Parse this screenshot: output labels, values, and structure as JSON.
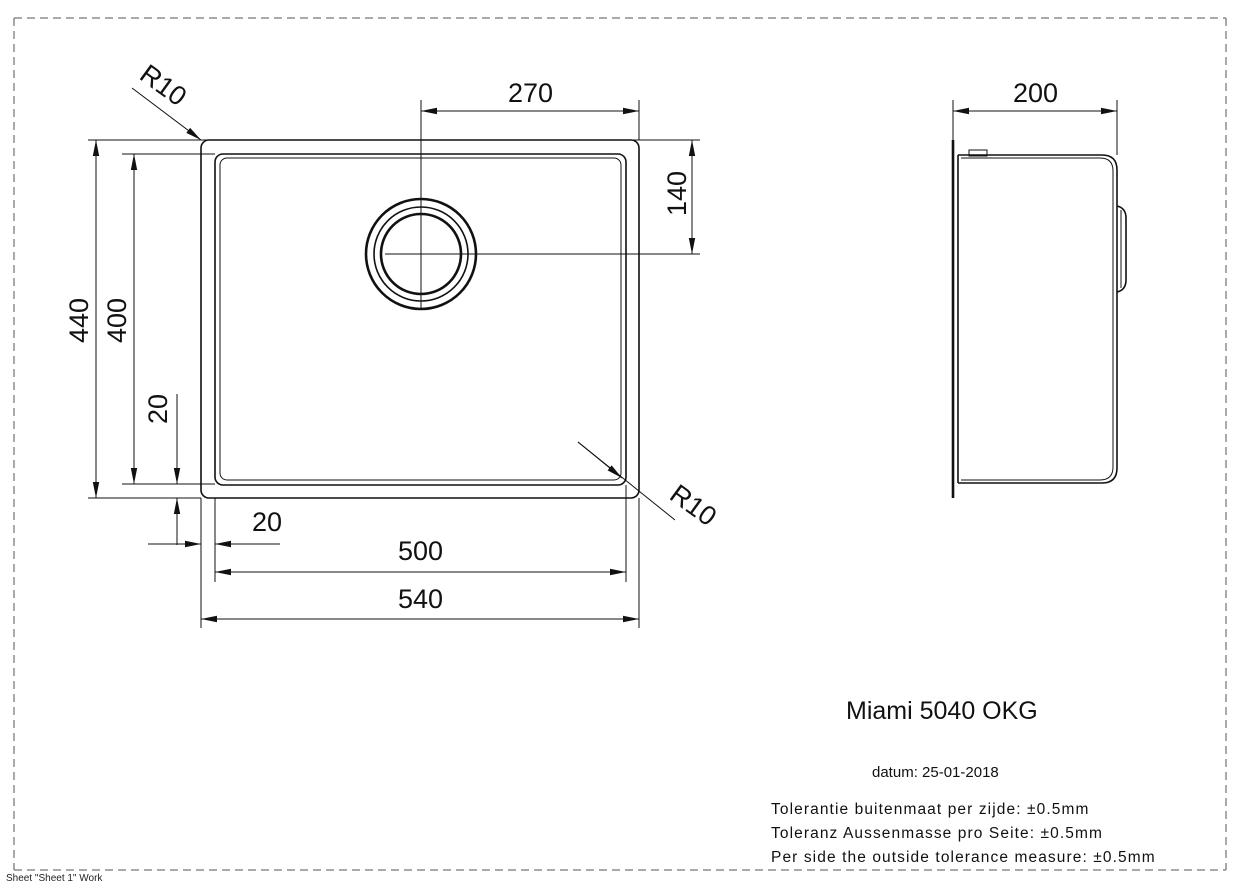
{
  "drawing": {
    "dimensions": {
      "corner_radius_top": "R10",
      "corner_radius_bottom": "R10",
      "drain_offset_x": "270",
      "drain_offset_y": "140",
      "outer_height": "440",
      "inner_height": "400",
      "rim_vertical": "20",
      "rim_horizontal": "20",
      "inner_width": "500",
      "outer_width": "540",
      "depth": "200"
    }
  },
  "title_block": {
    "model": "Miami 5040 OKG",
    "date": "datum: 25-01-2018",
    "tolerances": [
      "Tolerantie buitenmaat per zijde: ±0.5mm",
      "Toleranz Aussenmasse pro Seite: ±0.5mm",
      "Per side the outside tolerance measure: ±0.5mm"
    ]
  },
  "footer": "Sheet \"Sheet 1\" Work"
}
